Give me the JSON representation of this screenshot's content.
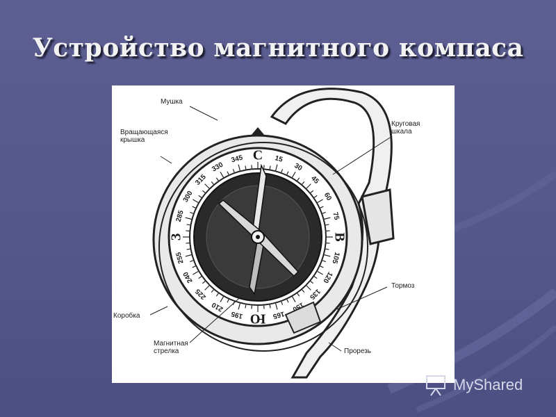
{
  "slide": {
    "title": "Устройство магнитного компаса"
  },
  "labels": {
    "mushka": "Мушка",
    "cover": "Вращающаяся\nкрышка",
    "scale": "Круговая\nшкала",
    "brake": "Тормоз",
    "box": "Коробка",
    "needle": "Магнитная\nстрелка",
    "slot": "Прорезь"
  },
  "dial": {
    "numbers": [
      "345",
      "15",
      "30",
      "45",
      "60",
      "75",
      "105",
      "120",
      "135",
      "150",
      "165",
      "195",
      "210",
      "225",
      "240",
      "255",
      "285",
      "300",
      "315",
      "330"
    ],
    "cardinals": {
      "north": "С",
      "east": "В",
      "south": "Ю",
      "west": "З"
    }
  },
  "watermark": {
    "text": "MyShared"
  },
  "colors": {
    "background": "#5d5f93",
    "title": "#f2f2f2",
    "ink": "#1c1c1c",
    "dial_dark": "#2a2a2a"
  }
}
